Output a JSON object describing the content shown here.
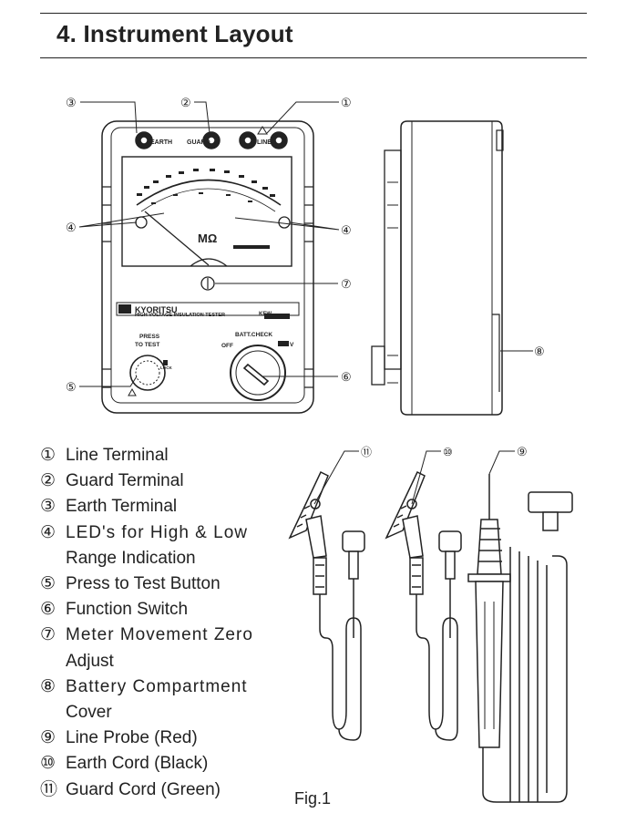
{
  "heading": "4. Instrument Layout",
  "callouts": {
    "c1": "①",
    "c2": "②",
    "c3": "③",
    "c4": "④",
    "c5": "⑤",
    "c6": "⑥",
    "c7": "⑦",
    "c8": "⑧",
    "c9": "⑨",
    "c10": "⑩",
    "c11": "⑪"
  },
  "front_panel": {
    "terminal_earth": "EARTH",
    "terminal_guard": "GUARD",
    "terminal_line": "LINE",
    "scale_unit": "MΩ",
    "brand": "KYORITSU",
    "product": "HIGH VOLTAGE INSULATION TESTER",
    "model": "KEW",
    "press_to_test_1": "PRESS",
    "press_to_test_2": "TO TEST",
    "lock": "LOCK",
    "batt_check": "BATT.CHECK",
    "off": "OFF",
    "volt": "V"
  },
  "legend": [
    {
      "num": "①",
      "text": "Line Terminal"
    },
    {
      "num": "②",
      "text": "Guard Terminal"
    },
    {
      "num": "③",
      "text": "Earth Terminal"
    },
    {
      "num": "④",
      "text": "LED's for High & Low"
    },
    {
      "num": "",
      "text": "Range Indication"
    },
    {
      "num": "⑤",
      "text": "Press to Test Button"
    },
    {
      "num": "⑥",
      "text": "Function Switch"
    },
    {
      "num": "⑦",
      "text": "Meter Movement Zero"
    },
    {
      "num": "",
      "text": "Adjust"
    },
    {
      "num": "⑧",
      "text": "Battery Compartment"
    },
    {
      "num": "",
      "text": "Cover"
    },
    {
      "num": "⑨",
      "text": "Line Probe (Red)"
    },
    {
      "num": "⑩",
      "text": "Earth Cord (Black)"
    },
    {
      "num": "⑪",
      "text": "Guard Cord (Green)"
    }
  ],
  "figure_caption": "Fig.1"
}
